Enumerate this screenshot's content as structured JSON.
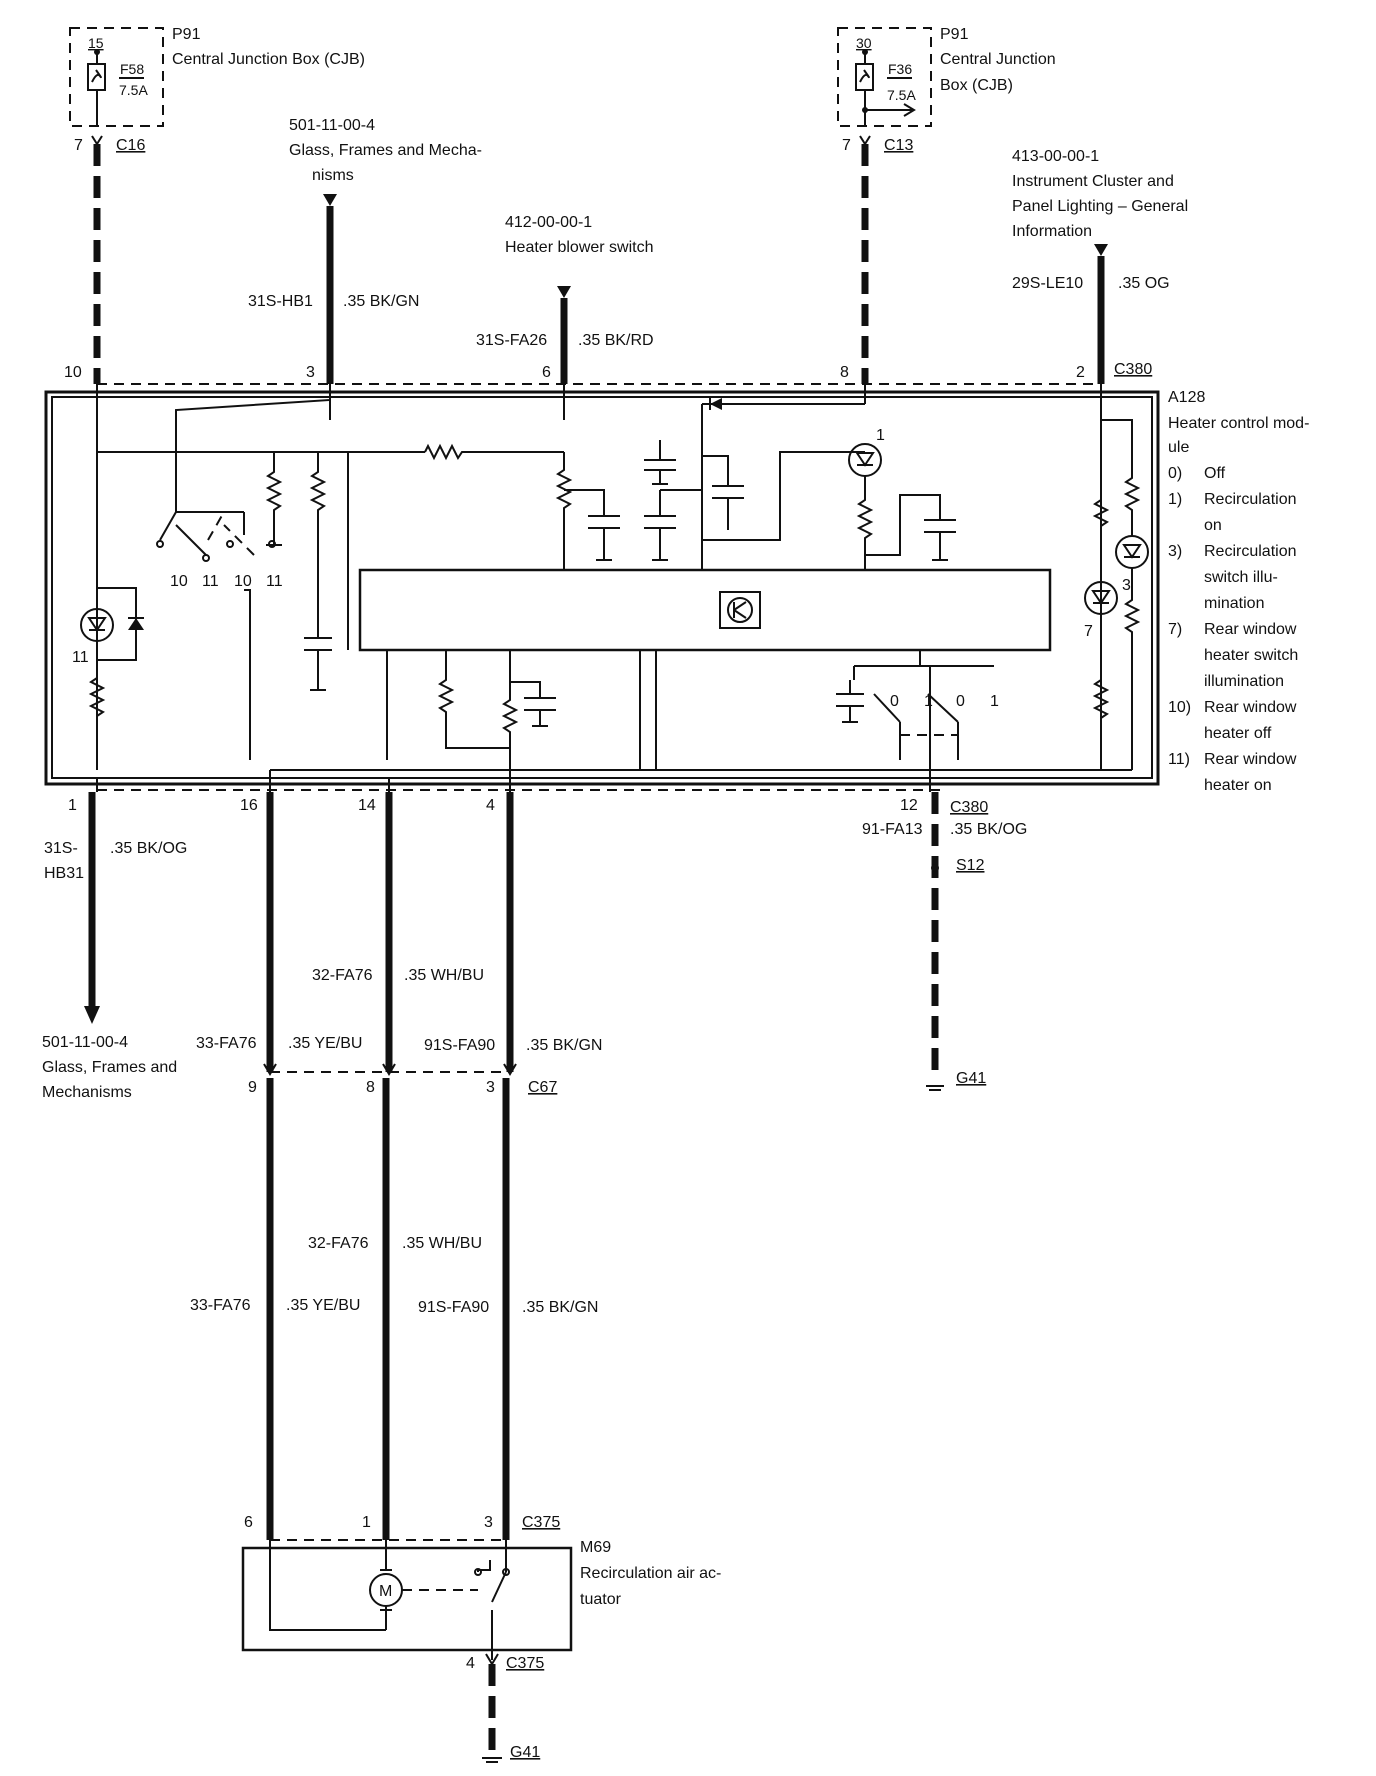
{
  "cjb_left": {
    "ref": "P91",
    "name": "Central Junction Box (CJB)",
    "pin": "15",
    "fuse": "F58",
    "rating": "7.5A",
    "conn_pin": "7",
    "connector": "C16"
  },
  "cjb_right": {
    "ref": "P91",
    "name_line1": "Central Junction",
    "name_line2": "Box (CJB)",
    "pin": "30",
    "fuse": "F36",
    "rating": "7.5A",
    "conn_pin": "7",
    "connector": "C13"
  },
  "ref_glass_top": {
    "code": "501-11-00-4",
    "line1": "Glass, Frames and Mecha-",
    "line2": "nisms"
  },
  "ref_blower": {
    "code": "412-00-00-1",
    "line1": "Heater blower switch"
  },
  "ref_cluster": {
    "code": "413-00-00-1",
    "line1": "Instrument Cluster and",
    "line2": "Panel Lighting – General",
    "line3": "Information"
  },
  "wires_top": {
    "hb1": {
      "circuit": "31S-HB1",
      "spec": ".35 BK/GN"
    },
    "fa26": {
      "circuit": "31S-FA26",
      "spec": ".35 BK/RD"
    },
    "le10": {
      "circuit": "29S-LE10",
      "spec": ".35 OG"
    }
  },
  "c380_top": {
    "connector": "C380",
    "pins": [
      "10",
      "3",
      "6",
      "8",
      "2"
    ]
  },
  "module": {
    "ref": "A128",
    "name_line1": "Heater control mod-",
    "name_line2": "ule",
    "legend": [
      {
        "num": "0)",
        "line1": "Off"
      },
      {
        "num": "1)",
        "line1": "Recirculation",
        "line2": "on"
      },
      {
        "num": "3)",
        "line1": "Recirculation",
        "line2": "switch illu-",
        "line3": "mination"
      },
      {
        "num": "7)",
        "line1": "Rear window",
        "line2": "heater switch",
        "line3": "illumination"
      },
      {
        "num": "10)",
        "line1": "Rear window",
        "line2": "heater off"
      },
      {
        "num": "11)",
        "line1": "Rear window",
        "line2": "heater on"
      }
    ],
    "labels": {
      "led11": "11",
      "led1": "1",
      "led7": "7",
      "led3": "3",
      "sw_10a": "10",
      "sw_11a": "11",
      "sw_10b": "10",
      "sw_11b": "11",
      "sw_0a": "0",
      "sw_1a": "1",
      "sw_0b": "0",
      "sw_1b": "1"
    }
  },
  "c380_bottom": {
    "connector": "C380",
    "pins": [
      "1",
      "16",
      "14",
      "4",
      "12"
    ]
  },
  "wires_mid": {
    "hb31": {
      "circuit_line1": "31S-",
      "circuit_line2": "HB31",
      "spec": ".35 BK/OG"
    },
    "fa13": {
      "circuit": "91-FA13",
      "spec": ".35 BK/OG"
    },
    "fa76_32_a": {
      "circuit": "32-FA76",
      "spec": ".35 WH/BU"
    },
    "fa76_33_a": {
      "circuit": "33-FA76",
      "spec": ".35 YE/BU"
    },
    "fa90_a": {
      "circuit": "91S-FA90",
      "spec": ".35 BK/GN"
    },
    "fa76_32_b": {
      "circuit": "32-FA76",
      "spec": ".35 WH/BU"
    },
    "fa76_33_b": {
      "circuit": "33-FA76",
      "spec": ".35 YE/BU"
    },
    "fa90_b": {
      "circuit": "91S-FA90",
      "spec": ".35 BK/GN"
    }
  },
  "ref_glass_bottom": {
    "code": "501-11-00-4",
    "line1": "Glass, Frames and",
    "line2": "Mechanisms"
  },
  "splice": "S12",
  "ground_upper": "G41",
  "c67": {
    "connector": "C67",
    "pins": [
      "9",
      "8",
      "3"
    ]
  },
  "c375_top": {
    "connector": "C375",
    "pins": [
      "6",
      "1",
      "3"
    ]
  },
  "actuator": {
    "ref": "M69",
    "line1": "Recirculation air ac-",
    "line2": "tuator",
    "motor": "M"
  },
  "c375_bottom": {
    "connector": "C375",
    "pin": "4"
  },
  "ground_lower": "G41",
  "colors": {
    "ink": "#111111",
    "paper": "#ffffff"
  }
}
